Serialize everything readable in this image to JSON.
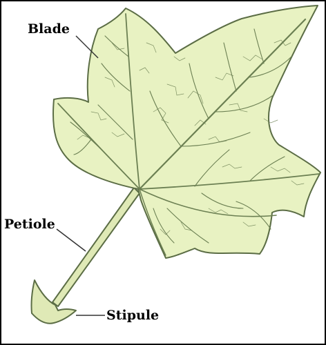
{
  "labels": {
    "blade": "Blade",
    "petiole": "Petiole",
    "stipule": "Stipule"
  },
  "colors": {
    "leaf_fill": "#e8f2c2",
    "leaf_outline": "#5b6d45",
    "vein": "#6b7f52",
    "petiole_fill": "#dfe9b6",
    "label_text": "#000000",
    "leader_line": "#333333",
    "border": "#000000"
  }
}
